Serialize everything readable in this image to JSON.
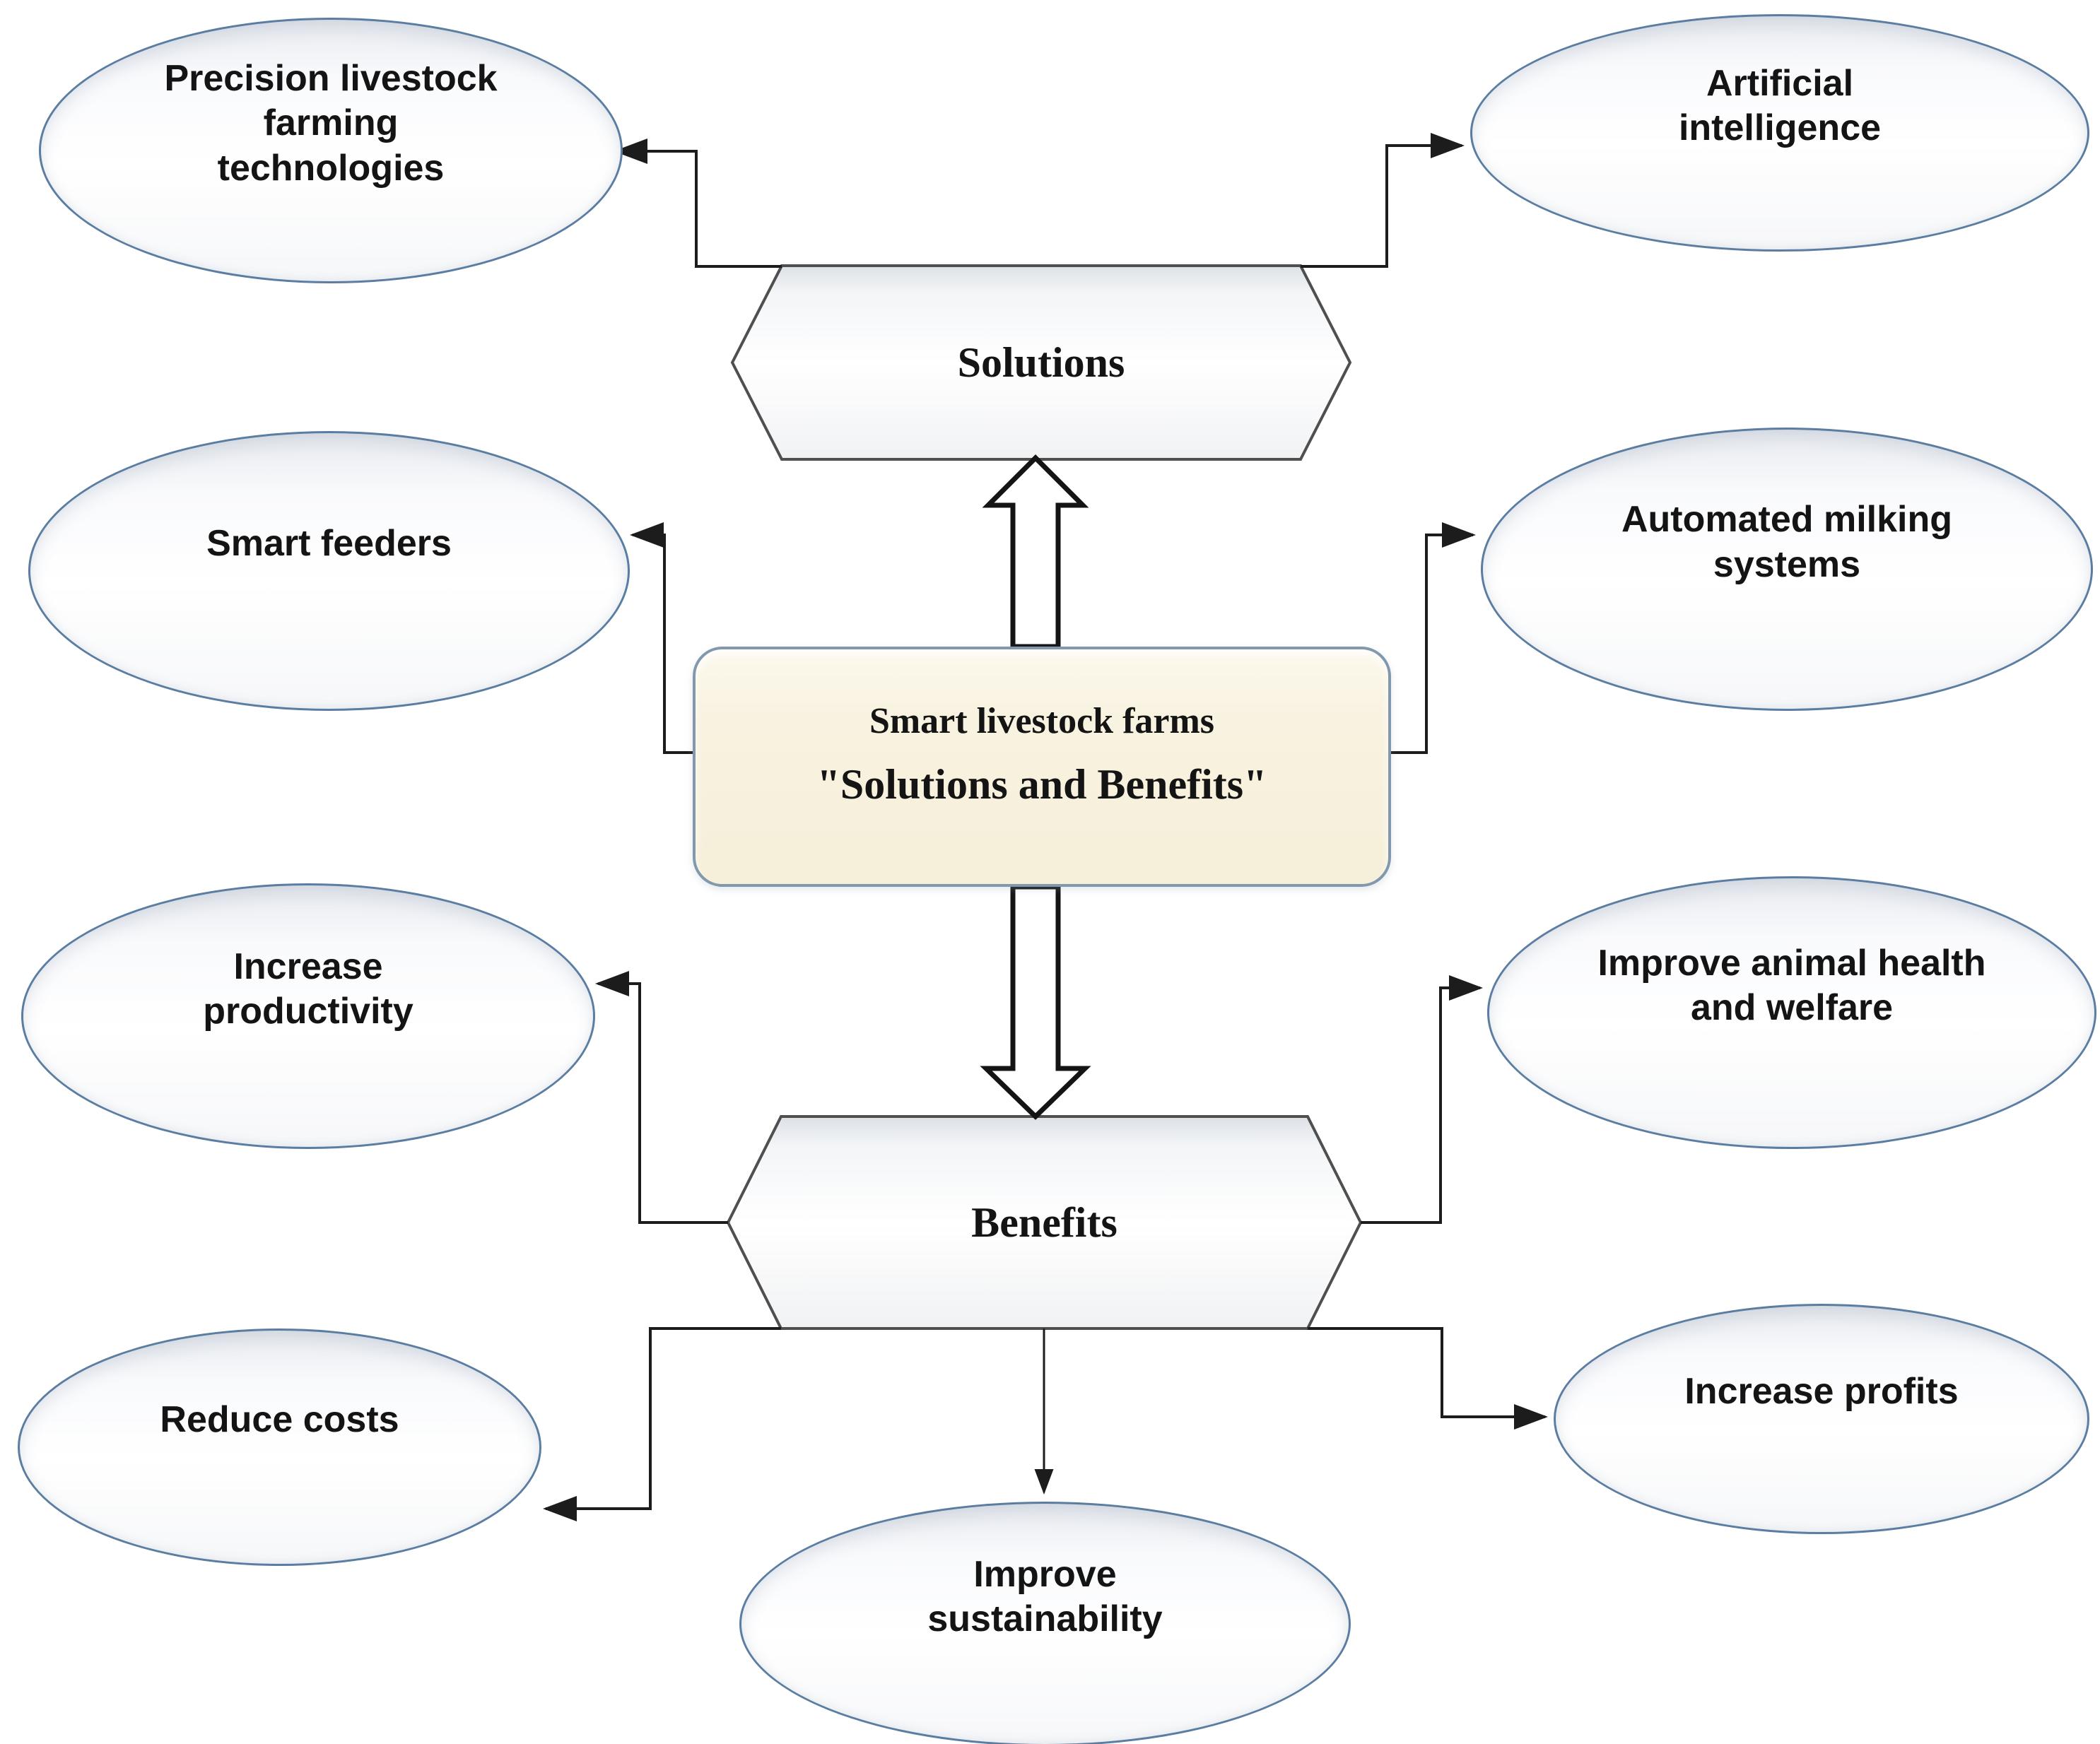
{
  "diagram": {
    "center_box": {
      "line1": "Smart livestock farms",
      "line2": "\"Solutions and Benefits\""
    },
    "hexagons": {
      "top_label": "Solutions",
      "bottom_label": "Benefits"
    },
    "ellipses": [
      {
        "id": "precision-livestock-farming-technologies",
        "label": "Precision livestock farming technologies"
      },
      {
        "id": "artificial-intelligence",
        "label": "Artificial intelligence"
      },
      {
        "id": "smart-feeders",
        "label": "Smart feeders"
      },
      {
        "id": "automated-milking-systems",
        "label": "Automated milking systems"
      },
      {
        "id": "increase-productivity",
        "label": "Increase productivity"
      },
      {
        "id": "improve-animal-health-and-welfare",
        "label": "Improve animal health and welfare"
      },
      {
        "id": "reduce-costs",
        "label": "Reduce costs"
      },
      {
        "id": "increase-profits",
        "label": "Increase profits"
      },
      {
        "id": "improve-sustainability",
        "label": "Improve sustainability"
      }
    ],
    "edges": [
      {
        "from": "smart-livestock-farms-box",
        "to": "solutions-hexagon",
        "style": "block-arrow-up"
      },
      {
        "from": "smart-livestock-farms-box",
        "to": "benefits-hexagon",
        "style": "block-arrow-down"
      },
      {
        "from": "solutions-hexagon",
        "to": "precision-livestock-farming-technologies",
        "style": "elbow-arrow"
      },
      {
        "from": "solutions-hexagon",
        "to": "artificial-intelligence",
        "style": "elbow-arrow"
      },
      {
        "from": "smart-livestock-farms-box",
        "to": "smart-feeders",
        "style": "elbow-arrow"
      },
      {
        "from": "smart-livestock-farms-box",
        "to": "automated-milking-systems",
        "style": "elbow-arrow"
      },
      {
        "from": "benefits-hexagon",
        "to": "increase-productivity",
        "style": "elbow-arrow"
      },
      {
        "from": "benefits-hexagon",
        "to": "improve-animal-health-and-welfare",
        "style": "elbow-arrow"
      },
      {
        "from": "benefits-hexagon",
        "to": "reduce-costs",
        "style": "elbow-arrow"
      },
      {
        "from": "benefits-hexagon",
        "to": "increase-profits",
        "style": "elbow-arrow"
      },
      {
        "from": "benefits-hexagon",
        "to": "improve-sustainability",
        "style": "thin-arrow"
      }
    ],
    "colors": {
      "ellipse_border": "#5a7da1",
      "ellipse_fill": "#ffffff",
      "hexagon_border": "#4f4f4f",
      "hexagon_fill": "#fbfcfd",
      "box_fill": "#f8f2e0",
      "box_border": "#8299ad",
      "connector": "#1c1c1c",
      "text": "#141414"
    }
  }
}
